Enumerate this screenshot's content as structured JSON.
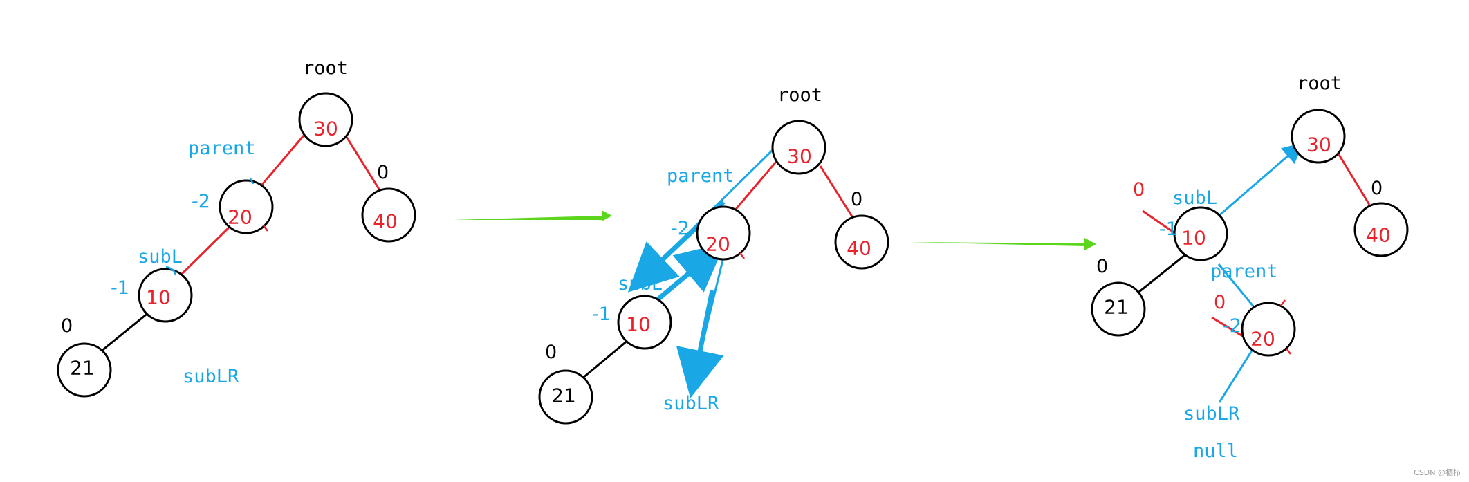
{
  "colors": {
    "red": "#e8232b",
    "blue": "#1aa7e6",
    "black": "#000000",
    "green": "#5bd61c"
  },
  "labels": {
    "root": "root",
    "parent": "parent",
    "subL": "subL",
    "subLR": "subLR",
    "null": "null"
  },
  "panel1": {
    "nodes": {
      "n30": "30",
      "n20": "20",
      "n40": "40",
      "n10": "10",
      "n21": "21"
    },
    "bf": {
      "n40": "0",
      "n20": "-2",
      "n10": "-1",
      "n21": "0"
    }
  },
  "panel2": {
    "nodes": {
      "n30": "30",
      "n20": "20",
      "n40": "40",
      "n10": "10",
      "n21": "21"
    },
    "bf": {
      "n40": "0",
      "n20": "-2",
      "n10": "-1",
      "n21": "0"
    }
  },
  "panel3": {
    "nodes": {
      "n30": "30",
      "n10": "10",
      "n40": "40",
      "n21": "21",
      "n20": "20"
    },
    "bf": {
      "n40": "0",
      "n21": "0",
      "n10_old": "-1",
      "n10_new": "0",
      "n20_old": "-2",
      "n20_new": "0"
    }
  },
  "watermark": "CSDN @栖栉"
}
